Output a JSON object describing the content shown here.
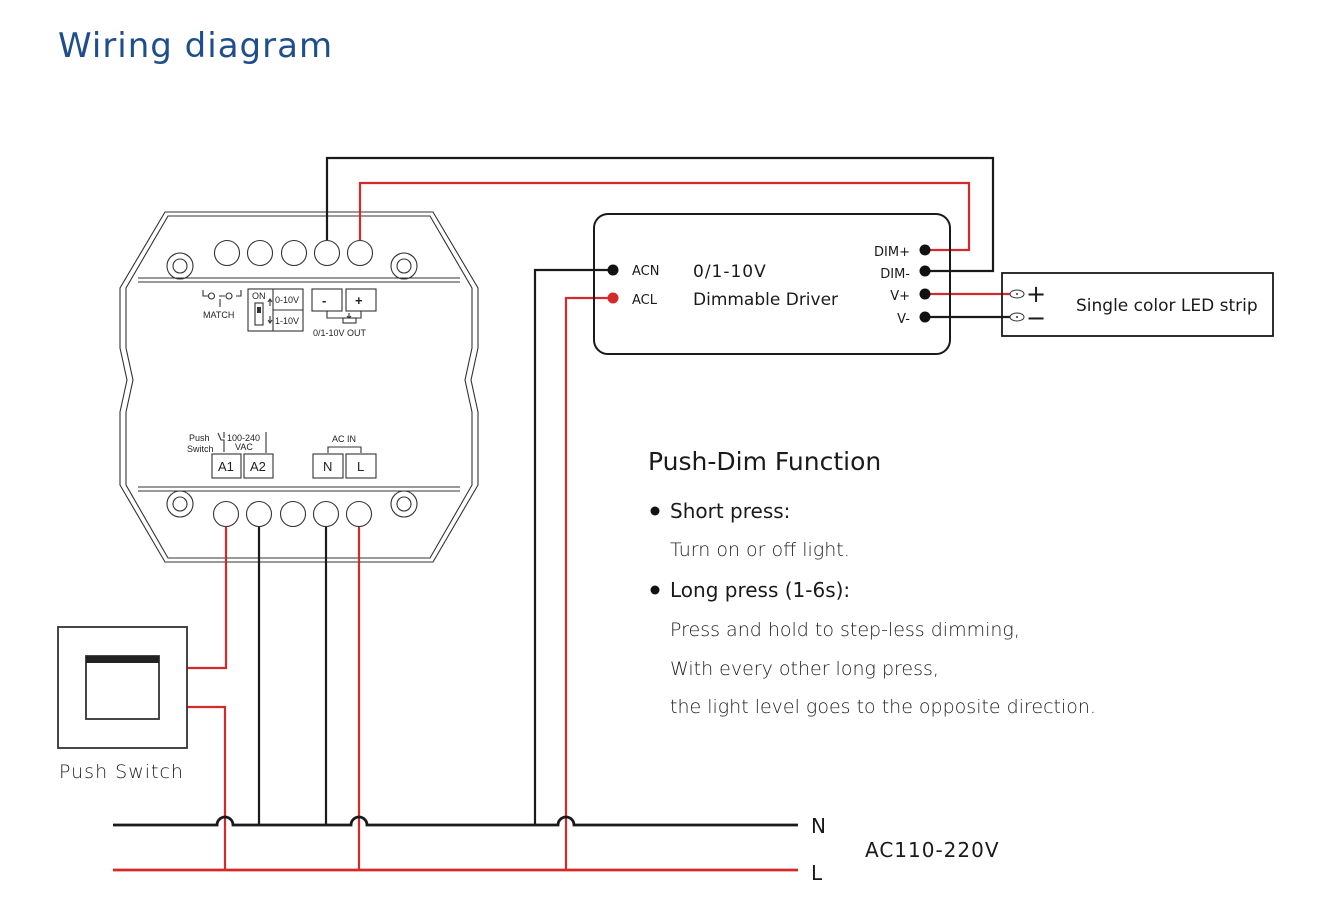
{
  "title": "Wiring diagram",
  "colors": {
    "title": "#1f4e8c",
    "live_wire": "#d42a2a",
    "neutral_wire": "#1a1a1a"
  },
  "controller": {
    "match_label": "MATCH",
    "switch_on": "ON",
    "mode_0_10": "0-10V",
    "mode_1_10": "1-10V",
    "out_minus": "-",
    "out_plus": "+",
    "out_label": "0/1-10V OUT",
    "push_label_1": "Push",
    "push_label_2": "Switch",
    "vac_label_1": "100-240",
    "vac_label_2": "VAC",
    "term_a1": "A1",
    "term_a2": "A2",
    "acin_label": "AC IN",
    "term_n": "N",
    "term_l": "L"
  },
  "driver": {
    "acn": "ACN",
    "acl": "ACL",
    "name_line1": "0/1-10V",
    "name_line2": "Dimmable Driver",
    "dim_plus": "DIM+",
    "dim_minus": "DIM-",
    "v_plus": "V+",
    "v_minus": "V-"
  },
  "led_strip": {
    "plus": "+",
    "minus": "−",
    "label": "Single color LED strip"
  },
  "push_switch": {
    "label": "Push Switch"
  },
  "mains": {
    "n": "N",
    "l": "L",
    "voltage": "AC110-220V"
  },
  "push_dim": {
    "heading": "Push-Dim Function",
    "short_title": "Short press:",
    "short_desc": "Turn on or off light.",
    "long_title": "Long press (1-6s):",
    "long_desc_1": "Press and hold to step-less dimming,",
    "long_desc_2": "With every other long press,",
    "long_desc_3": "the light level goes to the opposite direction."
  }
}
